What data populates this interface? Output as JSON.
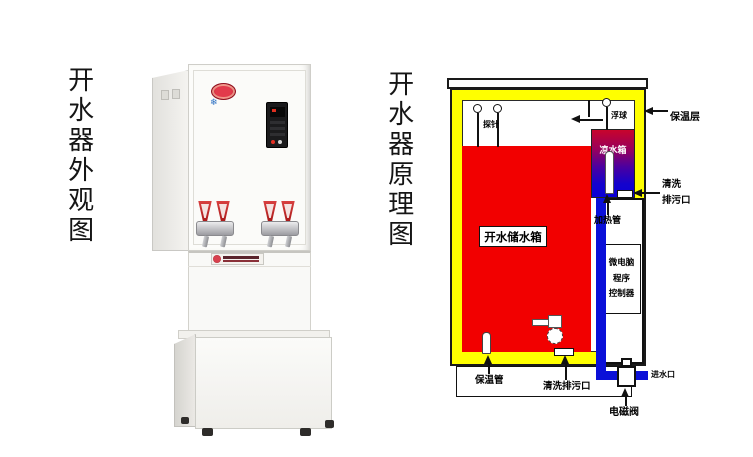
{
  "left_panel": {
    "title": "开水器外观图"
  },
  "right_panel": {
    "title": "开水器原理图"
  },
  "icons": {
    "snowflake": "❄"
  },
  "schematic": {
    "tank_label": "开水储水箱",
    "cold_tank_label": "凉水箱",
    "insulation_label": "保温层",
    "probe_label": "探针",
    "float_label": "浮球",
    "heater_label": "加热管",
    "side_drain_line1": "清洗",
    "side_drain_line2": "排污口",
    "controller_line1": "微电脑",
    "controller_line2": "程序",
    "controller_line3": "控制器",
    "bottom_tube_label": "保温管",
    "bottom_drain_label": "清洗排污口",
    "inlet_label": "进水口",
    "valve_label": "电磁阀",
    "colors": {
      "insulation_yellow": "#ffff00",
      "boiling_water_red": "#f20000",
      "cold_water_blue": "#0b00d6",
      "pipe_blue": "#0b10d8",
      "tap_handle_red": "#b81c1c",
      "logo_red": "#c41f32"
    }
  }
}
